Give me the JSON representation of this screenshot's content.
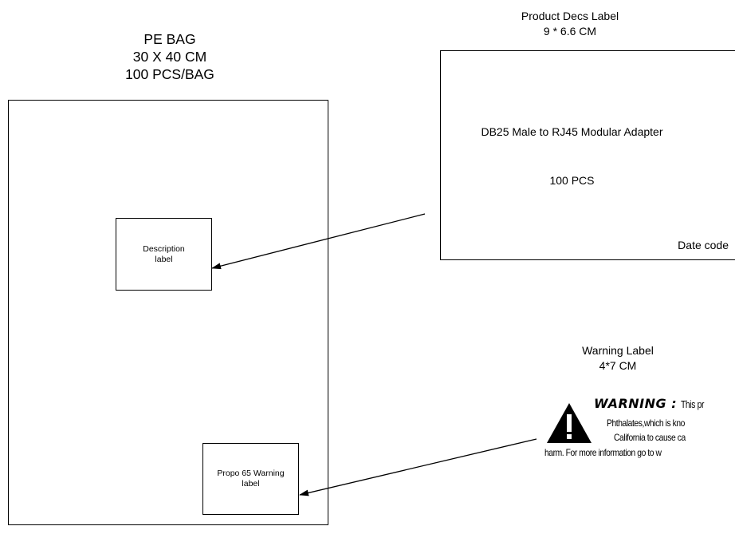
{
  "bag": {
    "title_line1": "PE BAG",
    "title_line2": "30 X 40 CM",
    "title_line3": "100 PCS/BAG"
  },
  "description_label": {
    "line1": "Description",
    "line2": "label"
  },
  "propo_label": {
    "line1": "Propo 65 Warning",
    "line2": "label"
  },
  "product_label": {
    "title_line1": "Product Decs Label",
    "title_line2": "9 * 6.6 CM",
    "product_name": "DB25 Male to RJ45 Modular Adapter",
    "quantity": "100 PCS",
    "date_code": "Date code"
  },
  "warning_label": {
    "title_line1": "Warning Label",
    "title_line2": "4*7 CM",
    "warning_word": "WARNING :",
    "line1_rest": "This pr",
    "line2": "Phthalates,which is kno",
    "line3": "California to cause ca",
    "line4": "harm.  For more information go to w",
    "icon": "warning-triangle-icon"
  }
}
